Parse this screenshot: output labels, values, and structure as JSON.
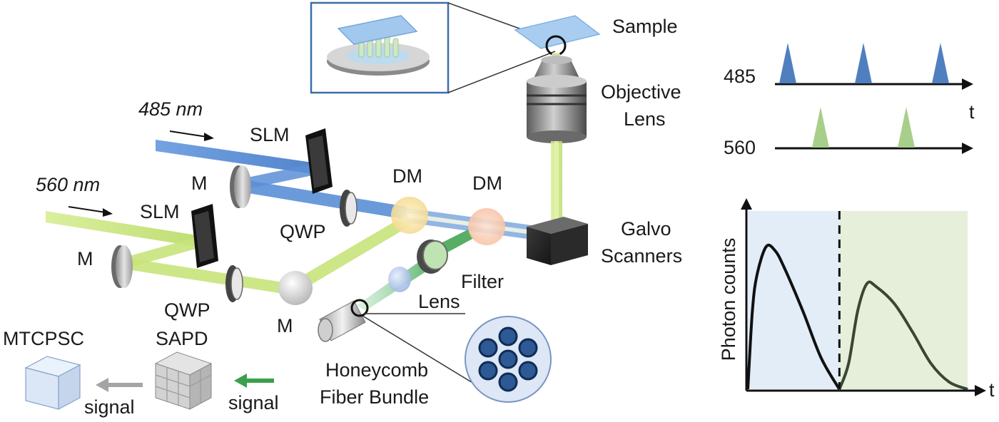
{
  "labels": {
    "sample": "Sample",
    "objective_lens_line1": "Objective",
    "objective_lens_line2": "Lens",
    "galvo_line1": "Galvo",
    "galvo_line2": "Scanners",
    "wavelength_485": "485 nm",
    "wavelength_560": "560 nm",
    "slm_top": "SLM",
    "slm_bottom": "SLM",
    "mirror_top": "M",
    "mirror_left": "M",
    "mirror_bottom": "M",
    "dm_left": "DM",
    "dm_right": "DM",
    "qwp_top": "QWP",
    "qwp_bottom": "QWP",
    "filter": "Filter",
    "lens": "Lens",
    "fiber_line1": "Honeycomb",
    "fiber_line2": "Fiber Bundle",
    "sapd": "SAPD",
    "mtcpsc": "MTCPSC",
    "signal_left": "signal",
    "signal_right": "signal"
  },
  "timing": {
    "row_485": "485",
    "row_560": "560",
    "time_axis": "t"
  },
  "chart_data": {
    "type": "line",
    "title": "",
    "ylabel": "Photon counts",
    "xlabel": "t",
    "series": [
      {
        "name": "",
        "color": "#111111",
        "x": [
          0,
          0.25,
          0.5,
          1,
          1.5,
          2,
          3,
          4,
          5
        ],
        "y": [
          0,
          0.55,
          0.8,
          1.0,
          0.97,
          0.85,
          0.55,
          0.22,
          0
        ]
      },
      {
        "name": "",
        "color": "#3a4634",
        "x": [
          5,
          5.5,
          6,
          6.5,
          7,
          8,
          9,
          10,
          11,
          12
        ],
        "y": [
          0,
          0.18,
          0.55,
          0.74,
          0.72,
          0.6,
          0.4,
          0.18,
          0.05,
          0
        ]
      }
    ],
    "regions": [
      {
        "from": 0,
        "to": 5,
        "color": "#e3edf8"
      },
      {
        "from": 5,
        "to": 12,
        "color": "#e6efda"
      }
    ],
    "divider_x": 5,
    "xlim": [
      0,
      12
    ],
    "ylim": [
      0,
      1.25
    ],
    "grid": false
  },
  "colors": {
    "blue_beam": "#5b8fd6",
    "green_beam": "#c8e37a",
    "dark_green_beam": "#3aa04a",
    "pulse_blue": "#4f7fbf",
    "pulse_green": "#a8cf8a"
  }
}
